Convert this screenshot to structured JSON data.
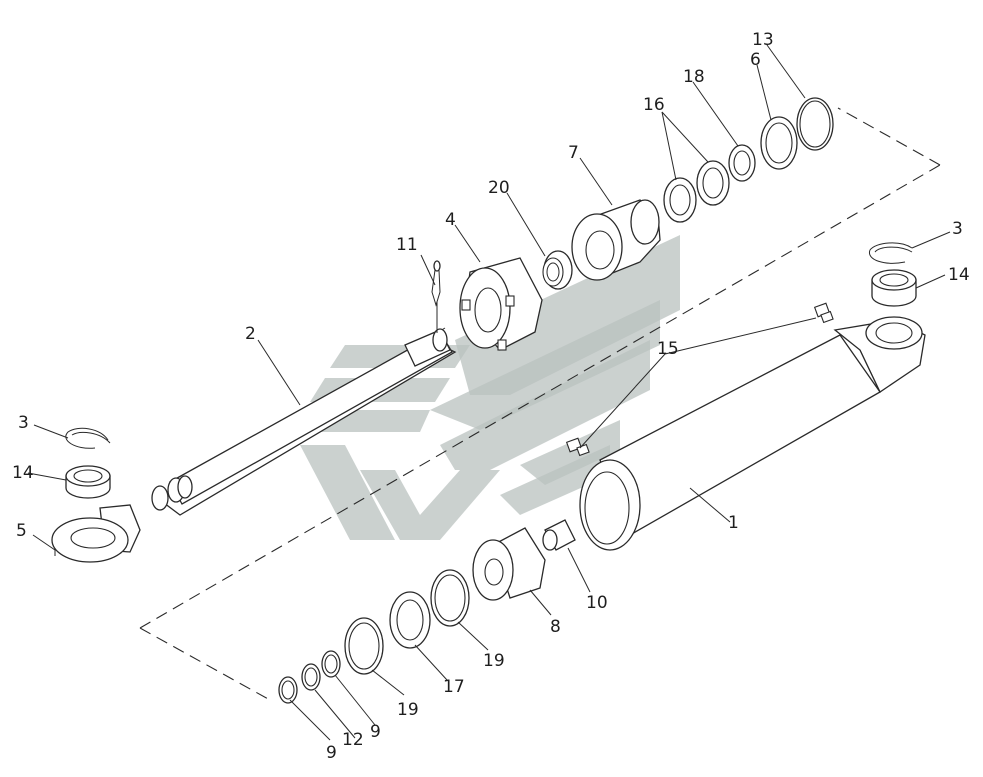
{
  "labels": {
    "l1": "1",
    "l2": "2",
    "l3a": "3",
    "l3b": "3",
    "l4": "4",
    "l5": "5",
    "l6": "6",
    "l7": "7",
    "l8": "8",
    "l9a": "9",
    "l9b": "9",
    "l10": "10",
    "l11": "11",
    "l12": "12",
    "l13": "13",
    "l14a": "14",
    "l14b": "14",
    "l15": "15",
    "l16": "16",
    "l17": "17",
    "l18": "18",
    "l19a": "19",
    "l19b": "19",
    "l20": "20"
  },
  "colors": {
    "line": "#2a2a2a",
    "watermark": "#b9c2bf",
    "background": "#ffffff"
  }
}
